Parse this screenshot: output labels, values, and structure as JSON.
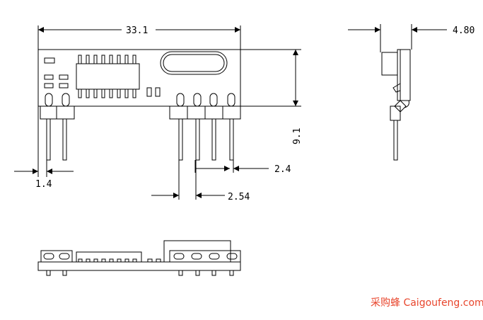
{
  "drawing": {
    "front_view": {
      "dim_width": "33.1",
      "dim_pin_dia": "1.4",
      "dim_pin_gap": "2.4",
      "dim_pitch": "2.54"
    },
    "side_view": {
      "dim_thickness": "4.80",
      "dim_height": "9.1"
    },
    "bottom_view": {}
  },
  "watermark": {
    "text": "采购蜂 Caigoufeng.com",
    "color": "#e8452c"
  }
}
